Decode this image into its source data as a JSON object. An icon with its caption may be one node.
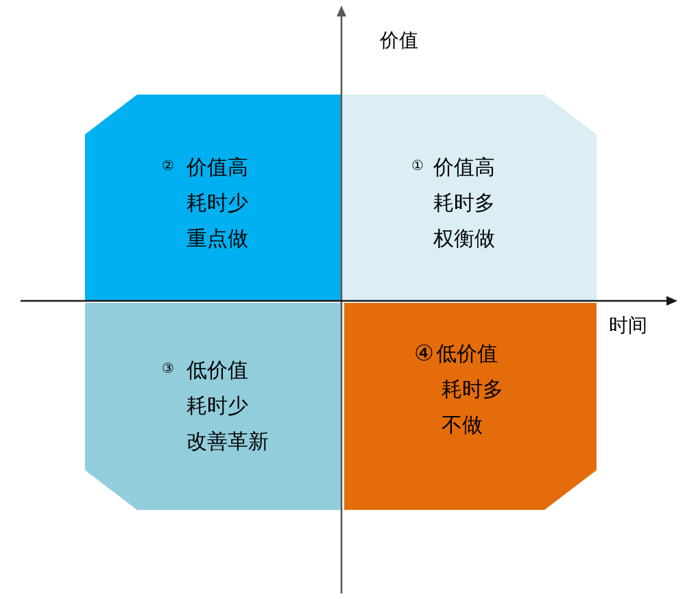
{
  "diagram": {
    "nodes": [
      {
        "text": [
          "②",
          "价值高",
          "耗时少",
          "重点做"
        ]
      },
      {
        "text": [
          "①",
          "价值高",
          "耗时多",
          "权衡做"
        ]
      },
      {
        "text": [
          "③",
          "低价值",
          "耗时少",
          "改善革新"
        ]
      },
      {
        "text": [
          "④",
          "低价值",
          "耗时多",
          "不做"
        ]
      }
    ],
    "labels": [
      "价值",
      "时间"
    ]
  }
}
